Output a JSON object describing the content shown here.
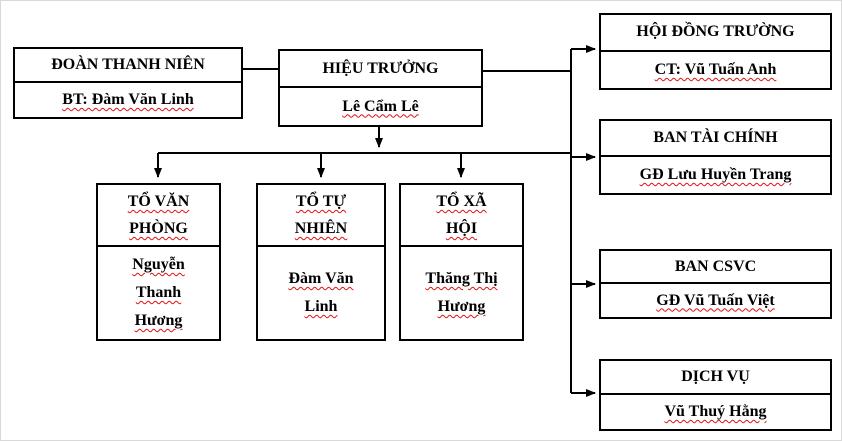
{
  "title": "School organization chart",
  "colors": {
    "line": "#000000",
    "box_border": "#000000",
    "box_background": "#ffffff",
    "text": "#000000",
    "spellcheck_squiggle": "#e01010"
  },
  "chart": {
    "left": {
      "title": "ĐOÀN THANH NIÊN",
      "name": "BT: Đàm Văn Linh"
    },
    "center": {
      "title": "HIỆU TRƯỞNG",
      "name": "Lê Cẩm Lê"
    },
    "right_column": [
      {
        "title": "HỘI ĐỒNG TRƯỜNG",
        "name": "CT: Vũ Tuấn Anh"
      },
      {
        "title": "BAN TÀI CHÍNH",
        "name": "GĐ Lưu Huyền Trang"
      },
      {
        "title": "BAN CSVC",
        "name": "GĐ Vũ Tuấn Việt"
      },
      {
        "title": "DỊCH VỤ",
        "name": "Vũ Thuý Hằng"
      }
    ],
    "bottom_row": [
      {
        "title": "TỔ VĂN PHÒNG",
        "name": "Nguyễn Thanh Hương"
      },
      {
        "title": "TỔ TỰ NHIÊN",
        "name": "Đàm Văn Linh"
      },
      {
        "title": "TỔ XÃ HỘI",
        "name": "Thăng Thị Hương"
      }
    ]
  }
}
